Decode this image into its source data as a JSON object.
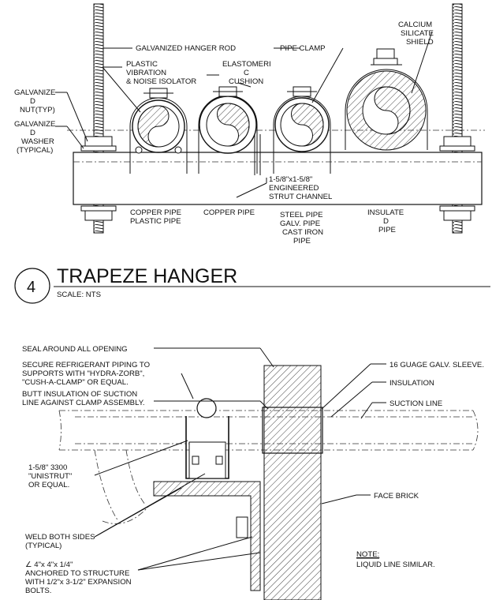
{
  "trapeze": {
    "labels": {
      "hanger_rod": "GALVANIZED HANGER ROD",
      "plastic_isolator": [
        "PLASTIC",
        "VIBRATION",
        "& NOISE ISOLATOR"
      ],
      "elastomeric": [
        "ELASTOMERI",
        "C",
        "CUSHION"
      ],
      "pipe_clamp": "PIPE CLAMP",
      "calcium_shield": [
        "CALCIUM",
        "SILICATE",
        "SHIELD"
      ],
      "nut": [
        "GALVANIZE",
        "D",
        "NUT(TYP)"
      ],
      "washer": [
        "GALVANIZE",
        "D",
        "WASHER",
        "(TYPICAL)"
      ],
      "strut": [
        "1-5/8\"x1-5/8\"",
        "ENGINEERED",
        "STRUT CHANNEL"
      ],
      "pipe1": [
        "COPPER PIPE",
        "PLASTIC PIPE"
      ],
      "pipe2": "COPPER PIPE",
      "pipe3": [
        "STEEL PIPE",
        "GALV. PIPE",
        "CAST IRON",
        "PIPE"
      ],
      "pipe4": [
        "INSULATE",
        "D",
        "PIPE"
      ]
    },
    "detail_number": "4",
    "title": "TRAPEZE HANGER",
    "scale": "SCALE: NTS"
  },
  "wall_detail": {
    "labels": {
      "seal": "SEAL AROUND ALL OPENING",
      "secure": [
        "SECURE REFRIGERANT PIPING TO",
        "SUPPORTS WITH \"HYDRA-ZORB\",",
        "\"CUSH-A-CLAMP\" OR EQUAL."
      ],
      "butt": [
        "BUTT INSULATION OF SUCTION",
        "LINE AGAINST CLAMP ASSEMBLY."
      ],
      "unistrut": [
        "1-5/8\" 3300",
        "\"UNISTRUT\"",
        "OR EQUAL."
      ],
      "weld": [
        "WELD BOTH SIDES",
        "(TYPICAL)"
      ],
      "angle": [
        "∠ 4\"x 4\"x 1/4\"",
        "ANCHORED TO STRUCTURE",
        "WITH 1/2\"x 3-1/2\" EXPANSION",
        "BOLTS."
      ],
      "sleeve": "16 GUAGE GALV. SLEEVE.",
      "insulation": "INSULATION",
      "suction": "SUCTION LINE",
      "face_brick": "FACE BRICK",
      "note_head": "NOTE:",
      "note_text": "LIQUID LINE SIMILAR."
    }
  }
}
